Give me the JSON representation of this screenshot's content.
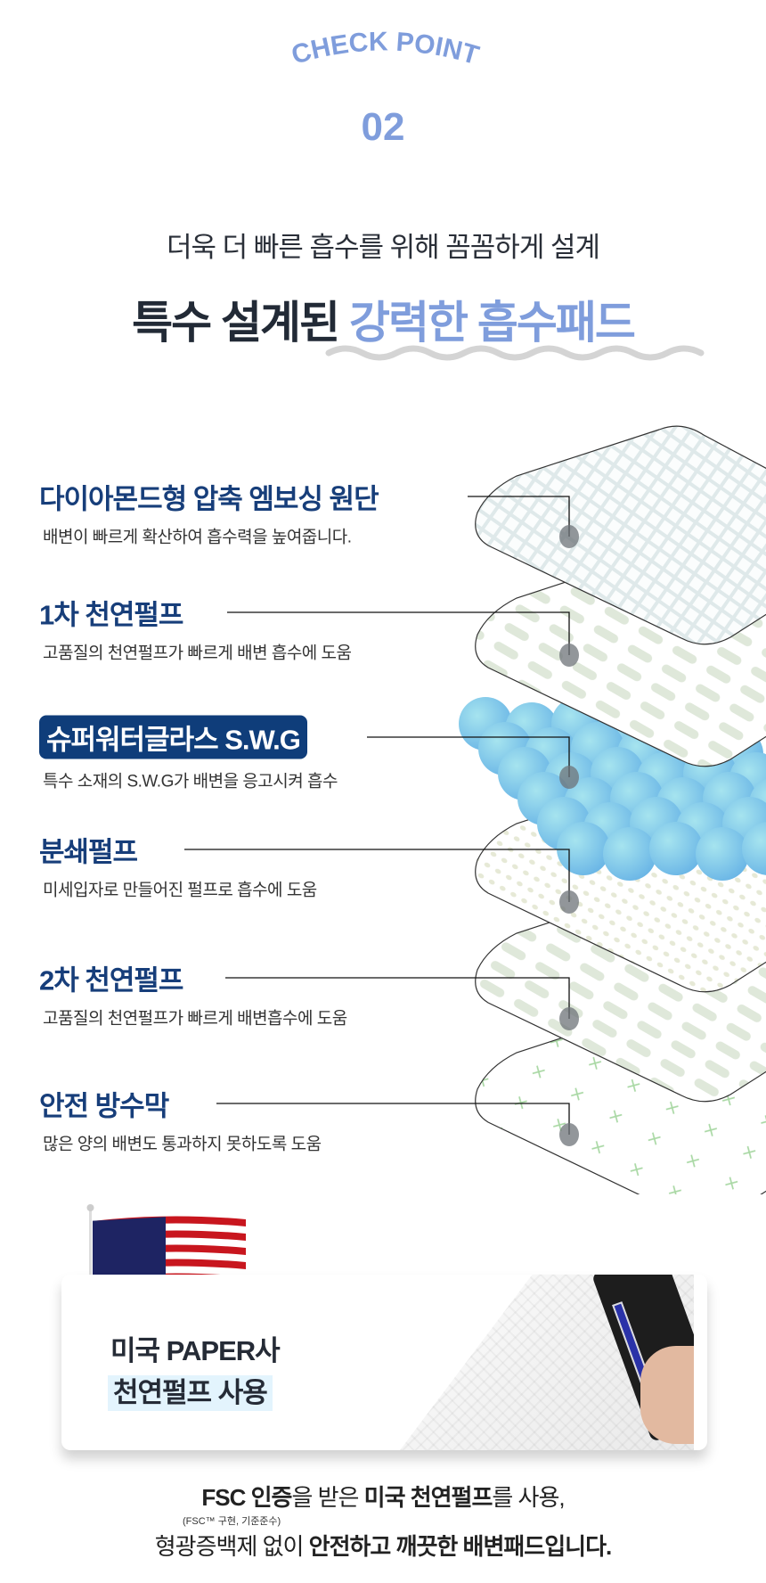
{
  "header": {
    "eyebrow": "CHECK POINT",
    "number": "02",
    "subtitle": "더욱 더 빠른 흡수를 위해 꼼꼼하게 설계",
    "title_prefix": "특수 설계된",
    "title_highlight": "강력한 흡수패드",
    "accent_color": "#7f9ddc"
  },
  "layers": [
    {
      "title": "다이아몬드형 압축 엠보싱 원단",
      "desc": "배변이 빠르게 확산하여 흡수력을 높여줍니다."
    },
    {
      "title": "1차 천연펄프",
      "desc": "고품질의 천연펄프가 빠르게 배변 흡수에 도움"
    },
    {
      "title": "슈퍼워터글라스 S.W.G",
      "desc": "특수 소재의 S.W.G가 배변을 응고시켜 흡수"
    },
    {
      "title": "분쇄펄프",
      "desc": "미세입자로 만들어진 펄프로 흡수에 도움"
    },
    {
      "title": "2차 천연펄프",
      "desc": "고품질의 천연펄프가 빠르게 배변흡수에 도움"
    },
    {
      "title": "안전 방수막",
      "desc": "많은 양의 배변도 통과하지  못하도록 도움"
    }
  ],
  "usa_card": {
    "line1": "미국 PAPER사",
    "line2": "천연펄프 사용"
  },
  "footer": {
    "l1_a": "FSC 인증",
    "l1_b": "을 받은 ",
    "l1_c": "미국 천연펄프",
    "l1_d": "를 사용,",
    "note": "(FSC™ 구현, 기준준수)",
    "l2_a": "형광증백제 없이 ",
    "l2_b": "안전하고 깨끗한 배변패드입니다."
  },
  "colors": {
    "label_navy": "#173e7a",
    "badge_bg": "#0f3d7a",
    "highlight_bg": "#e3f4fd",
    "wave": "#d4d4d4"
  }
}
